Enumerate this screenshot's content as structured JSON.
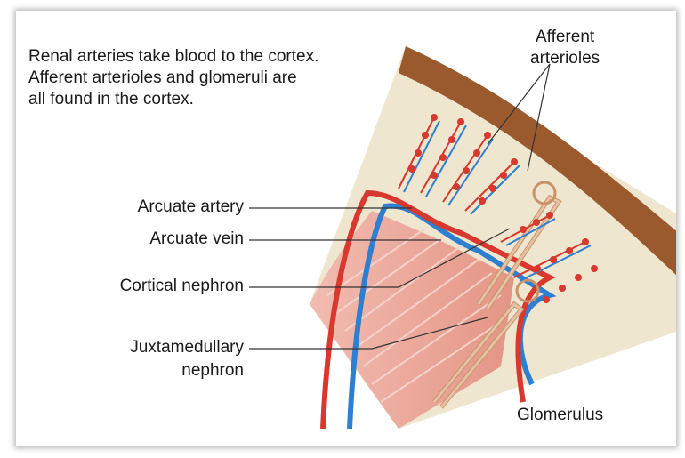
{
  "caption": {
    "line1": "Renal arteries take blood to the cortex.",
    "line2": "Afferent arterioles and glomeruli are",
    "line3": "all found in the cortex."
  },
  "labels": {
    "afferent_line1": "Afferent",
    "afferent_line2": "arterioles",
    "arcuate_artery": "Arcuate artery",
    "arcuate_vein": "Arcuate vein",
    "cortical_nephron": "Cortical nephron",
    "juxtamedullary_line1": "Juxtamedullary",
    "juxtamedullary_line2": "nephron",
    "glomerulus": "Glomerulus"
  },
  "colors": {
    "artery": "#d8382e",
    "vein": "#2f7fd0",
    "capsule": "#9a5a2e",
    "cortex": "#efe6cf",
    "medulla": "#e9a79b",
    "nephron": "#e3c2a4"
  }
}
